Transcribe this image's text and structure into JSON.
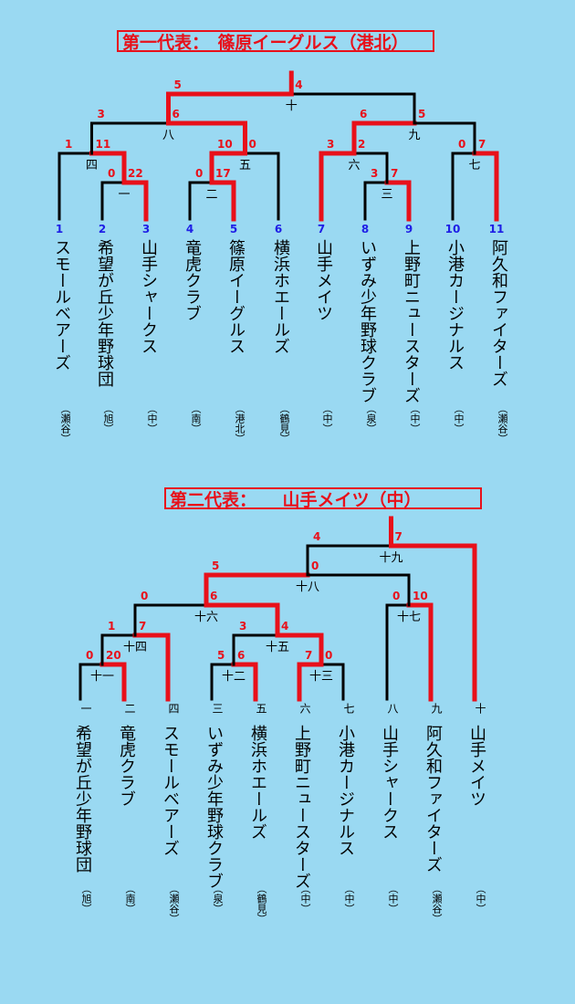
{
  "colors": {
    "background": "#9ad9f2",
    "winner": "#e8101a",
    "line": "#000000",
    "seed": "#1e1ee6"
  },
  "bracket1": {
    "title": "第一代表：　篠原イーグルス（港北）",
    "teams": [
      {
        "seed": "1",
        "name": "スモールベアーズ",
        "region": "（瀬谷）"
      },
      {
        "seed": "2",
        "name": "希望が丘少年野球団",
        "region": "（旭）"
      },
      {
        "seed": "3",
        "name": "山手シャークス",
        "region": "（中）"
      },
      {
        "seed": "4",
        "name": "竜虎クラブ",
        "region": "（南）"
      },
      {
        "seed": "5",
        "name": "篠原イーグルス",
        "region": "（港北）"
      },
      {
        "seed": "6",
        "name": "横浜ホエールズ",
        "region": "（鶴見）"
      },
      {
        "seed": "7",
        "name": "山手メイツ",
        "region": "（中）"
      },
      {
        "seed": "8",
        "name": "いずみ少年野球クラブ",
        "region": "（泉）"
      },
      {
        "seed": "9",
        "name": "上野町ニュースターズ",
        "region": "（中）"
      },
      {
        "seed": "10",
        "name": "小港カージナルス",
        "region": "（中）"
      },
      {
        "seed": "11",
        "name": "阿久和ファイターズ",
        "region": "（瀬谷）"
      }
    ],
    "matches": [
      {
        "label": "一",
        "left_score": "0",
        "right_score": "22"
      },
      {
        "label": "二",
        "left_score": "0",
        "right_score": "17"
      },
      {
        "label": "三",
        "left_score": "3",
        "right_score": "7"
      },
      {
        "label": "四",
        "left_score": "1",
        "right_score": "11"
      },
      {
        "label": "五",
        "left_score": "10",
        "right_score": "0"
      },
      {
        "label": "六",
        "left_score": "3",
        "right_score": "2"
      },
      {
        "label": "七",
        "left_score": "0",
        "right_score": "7"
      },
      {
        "label": "八",
        "left_score": "3",
        "right_score": "6"
      },
      {
        "label": "九",
        "left_score": "6",
        "right_score": "5"
      },
      {
        "label": "十",
        "left_score": "5",
        "right_score": "4"
      }
    ]
  },
  "bracket2": {
    "title": "第二代表：　　山手メイツ（中）",
    "teams": [
      {
        "seed": "一",
        "name": "希望が丘少年野球団",
        "region": "（旭）"
      },
      {
        "seed": "二",
        "name": "竜虎クラブ",
        "region": "（南）"
      },
      {
        "seed": "四",
        "name": "スモールベアーズ",
        "region": "（瀬谷）"
      },
      {
        "seed": "三",
        "name": "いずみ少年野球クラブ",
        "region": "（泉）"
      },
      {
        "seed": "五",
        "name": "横浜ホエールズ",
        "region": "（鶴見）"
      },
      {
        "seed": "六",
        "name": "上野町ニュースターズ",
        "region": "（中）"
      },
      {
        "seed": "七",
        "name": "小港カージナルス",
        "region": "（中）"
      },
      {
        "seed": "八",
        "name": "山手シャークス",
        "region": "（中）"
      },
      {
        "seed": "九",
        "name": "阿久和ファイターズ",
        "region": "（瀬谷）"
      },
      {
        "seed": "十",
        "name": "山手メイツ",
        "region": "（中）"
      }
    ],
    "matches": [
      {
        "label": "十一",
        "left_score": "0",
        "right_score": "20"
      },
      {
        "label": "十二",
        "left_score": "5",
        "right_score": "6"
      },
      {
        "label": "十三",
        "left_score": "7",
        "right_score": "0"
      },
      {
        "label": "十四",
        "left_score": "1",
        "right_score": "7"
      },
      {
        "label": "十五",
        "left_score": "3",
        "right_score": "4"
      },
      {
        "label": "十六",
        "left_score": "0",
        "right_score": "6"
      },
      {
        "label": "十七",
        "left_score": "0",
        "right_score": "10"
      },
      {
        "label": "十八",
        "left_score": "5",
        "right_score": "0"
      },
      {
        "label": "十九",
        "left_score": "4",
        "right_score": "7"
      }
    ]
  }
}
